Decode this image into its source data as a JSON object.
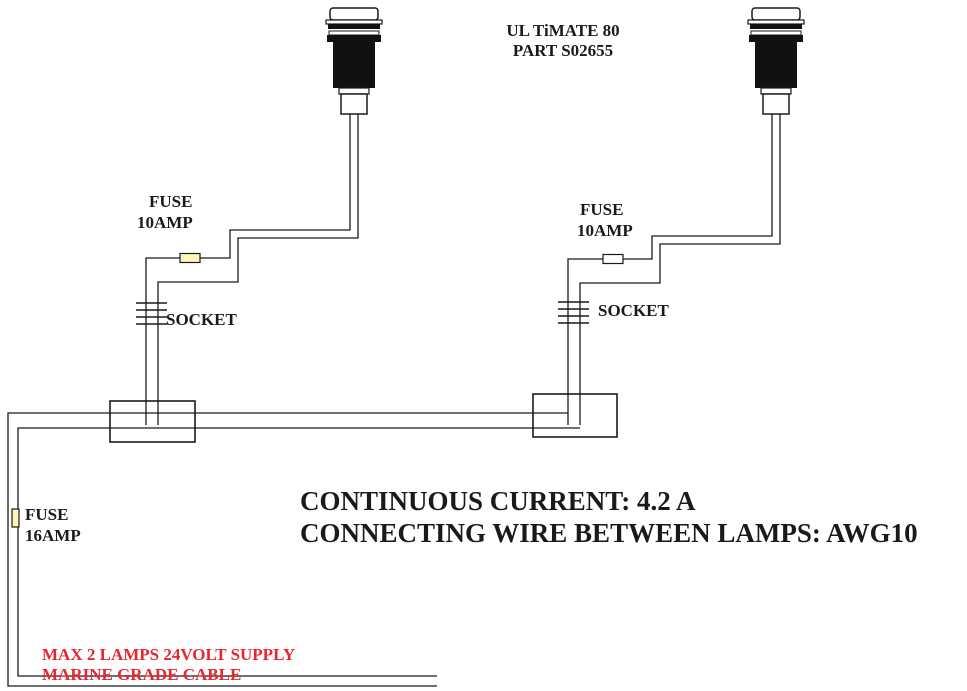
{
  "lamp": {
    "name": "UL TiMATE 80",
    "part": "PART S02655"
  },
  "fuse_lamp_1": {
    "line1": "FUSE",
    "line2": "10AMP"
  },
  "fuse_lamp_2": {
    "line1": "FUSE",
    "line2": "10AMP"
  },
  "fuse_main": {
    "line1": "FUSE",
    "line2": "16AMP"
  },
  "socket_1": "SOCKET",
  "socket_2": "SOCKET",
  "specs": {
    "current": "CONTINUOUS CURRENT: 4.2 A",
    "wire": "CONNECTING WIRE BETWEEN LAMPS:  AWG10"
  },
  "supply_note": {
    "line1": "MAX 2 LAMPS 24VOLT SUPPLY",
    "line2": "MARINE GRADE CABLE"
  },
  "colors": {
    "line": "#1a1a1a",
    "lamp_body": "#111111",
    "fuse_fill": "#fff7b8",
    "note_red": "#e8262e"
  }
}
